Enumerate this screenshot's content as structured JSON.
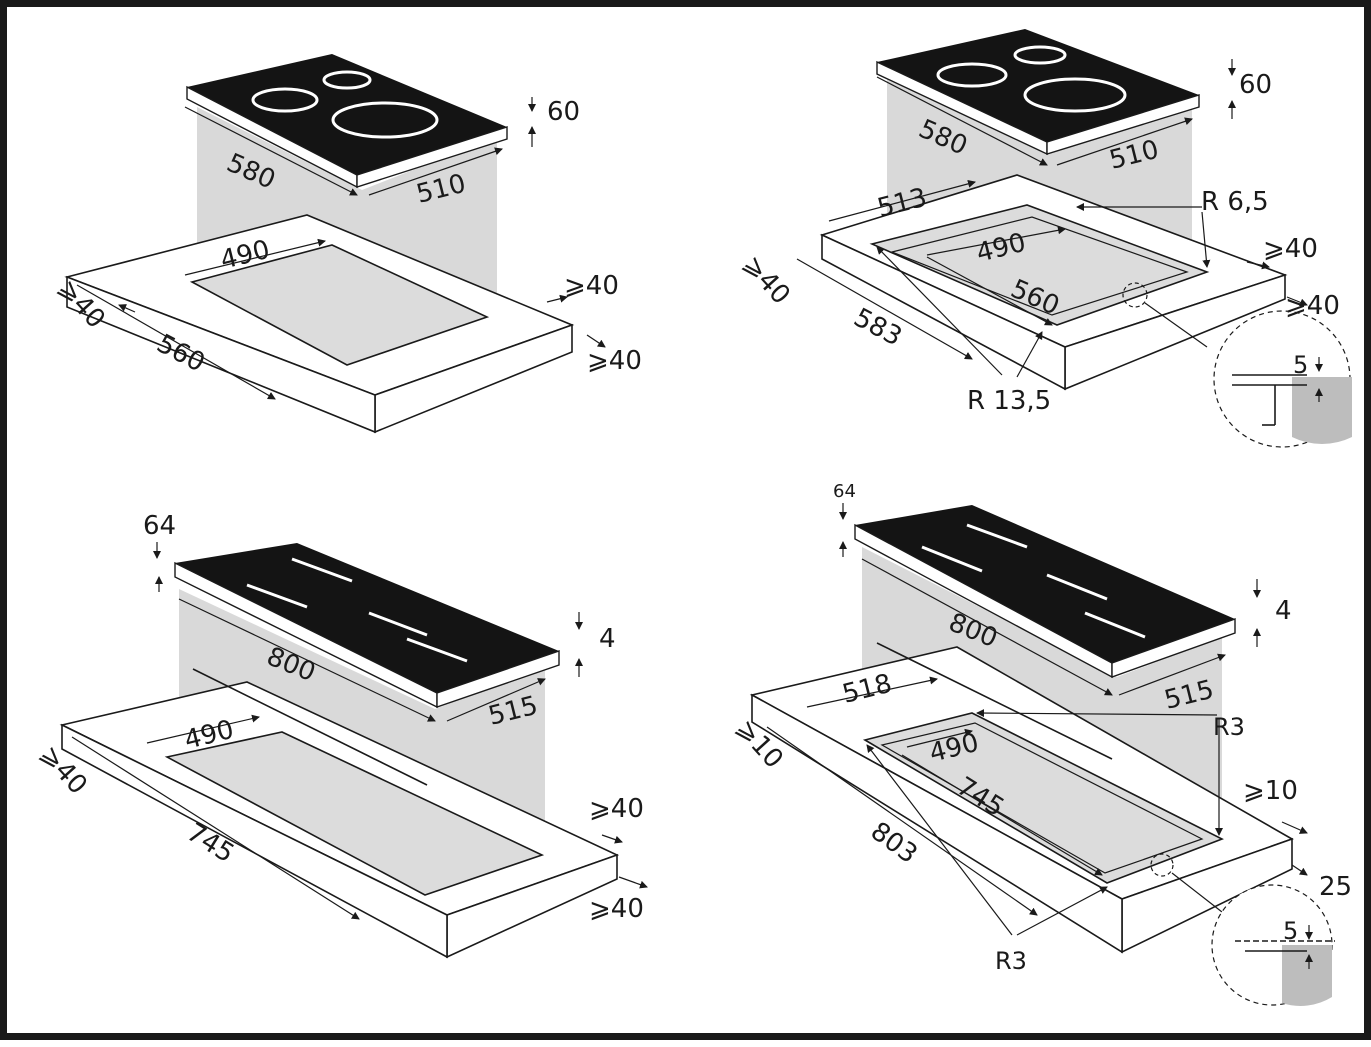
{
  "colors": {
    "hob_top": "#141414",
    "shaft_shade": "#d9d9d9",
    "cutout_shade": "#dcdcdc",
    "outline": "#1a1a1a"
  },
  "d1": {
    "depth": "580",
    "width": "510",
    "height": "60",
    "cut_depth": "490",
    "cut_width": "560",
    "margin_left": "⩾40",
    "margin_right": "⩾40",
    "margin_front": "⩾40"
  },
  "d2": {
    "depth": "580",
    "width": "510",
    "height": "60",
    "cut_a": "513",
    "cut_depth": "490",
    "cut_width": "560",
    "cut_outer": "583",
    "radius_small": "R 6,5",
    "radius_large": "R 13,5",
    "margin_left": "⩾40",
    "margin_right": "⩾40",
    "margin_front": "⩾40",
    "detail": "5"
  },
  "d3": {
    "height": "64",
    "top_thickness": "4",
    "length": "800",
    "width": "515",
    "cut_depth": "490",
    "cut_width": "745",
    "margin_left": "⩾40",
    "margin_right": "⩾40",
    "margin_front": "⩾40"
  },
  "d4": {
    "height": "64",
    "top_thickness": "4",
    "length": "800",
    "width": "515",
    "cut_a": "518",
    "cut_depth": "490",
    "cut_width": "745",
    "cut_outer": "803",
    "radius_a": "R3",
    "radius_b": "R3",
    "margin_left": "⩾10",
    "margin_right": "⩾10",
    "margin_front": "25",
    "detail": "5"
  }
}
